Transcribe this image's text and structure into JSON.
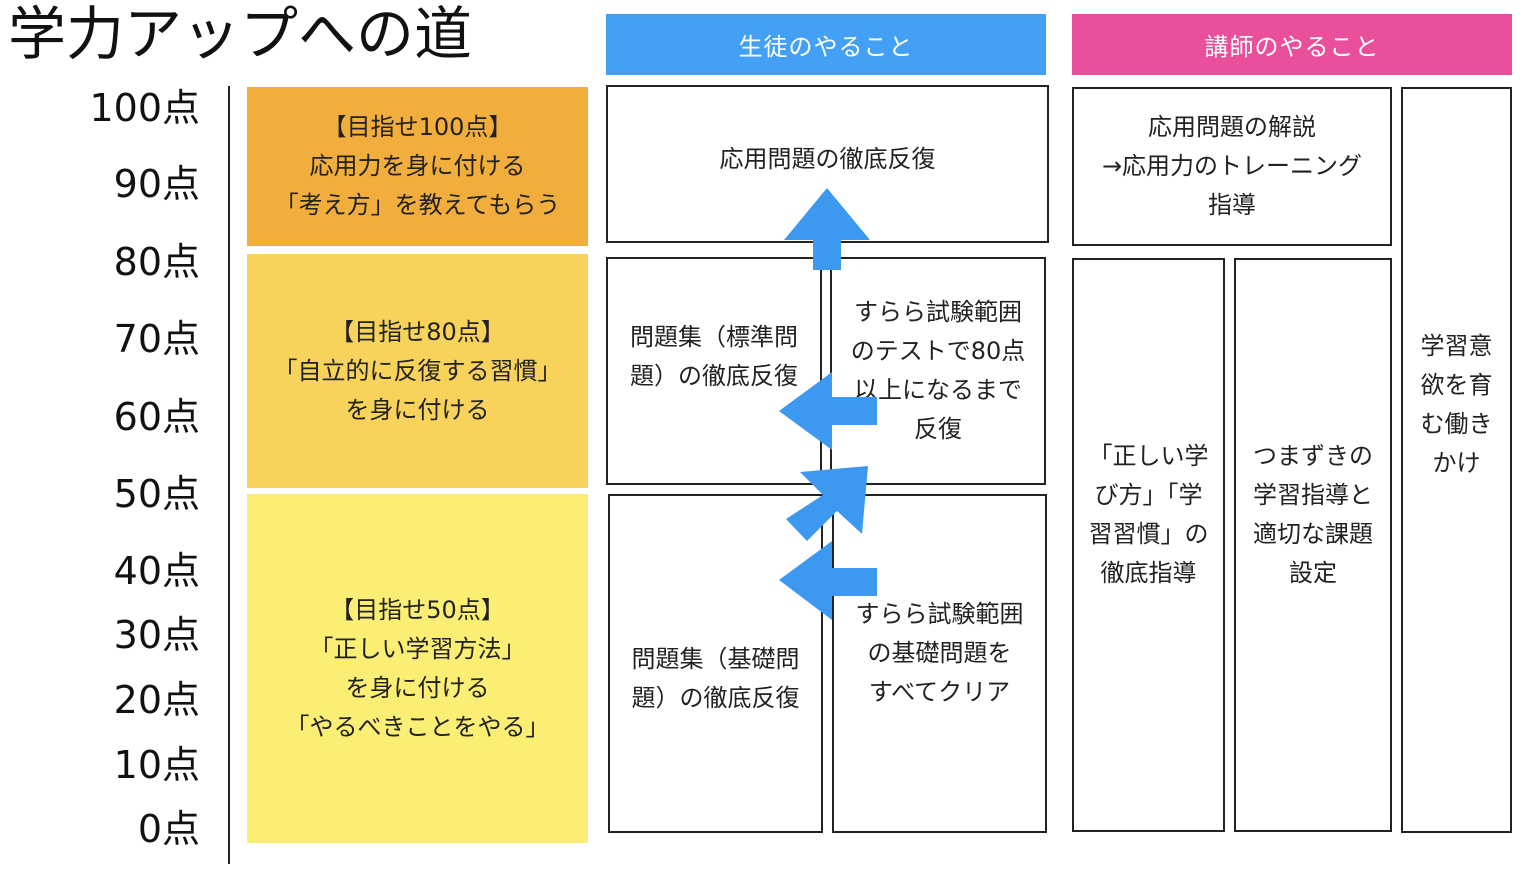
{
  "title": "学力アップへの道",
  "score_labels": [
    "100点",
    "90点",
    "80点",
    "70点",
    "60点",
    "50点",
    "40点",
    "30点",
    "20点",
    "10点",
    "0点"
  ],
  "goals": {
    "g100": "【目指せ100点】\n応用力を身に付ける\n「考え方」を教えてもらう",
    "g80": "【目指せ80点】\n「自立的に反復する習慣」\nを身に付ける",
    "g50": "【目指せ50点】\n「正しい学習方法」\nを身に付ける\n「やるべきことをやる」"
  },
  "headers": {
    "student": "生徒のやること",
    "teacher": "講師のやること"
  },
  "student_tasks": {
    "applied": "応用問題の徹底反復",
    "standard_problems": "問題集（標準問\n題）の徹底反復",
    "surala_80": "すらら試験範囲\nのテストで80点\n以上になるまで\n反復",
    "basic_problems": "問題集（基礎問\n題）の徹底反復",
    "surala_basic": "すらら試験範囲\nの基礎問題を\nすべてクリア"
  },
  "teacher_tasks": {
    "applied_explanation": "応用問題の解説\n→応用力のトレーニング\n指導",
    "correct_method": "「正しい学\nび方」「学\n習習慣」の\n徹底指導",
    "stumbling": "つまずきの\n学習指導と\n適切な課題\n設定",
    "motivation": "学習意\n欲を育\nむ働き\nかけ"
  },
  "colors": {
    "arrow": "#3d99f0",
    "student_header": "#43a0f5",
    "teacher_header": "#ea4f9b",
    "goal_100": "#f2ae3c",
    "goal_80": "#f8d35c",
    "goal_50": "#fbee74"
  }
}
